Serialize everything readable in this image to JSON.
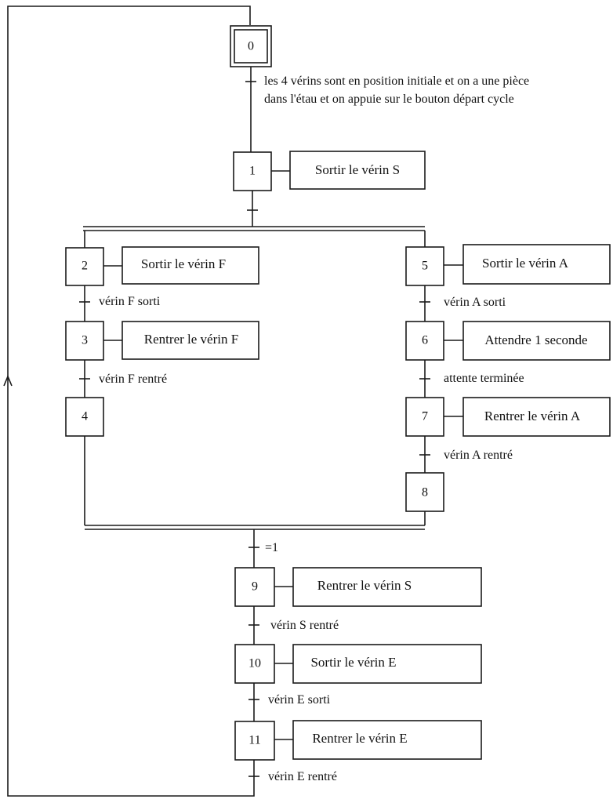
{
  "steps": {
    "s0": "0",
    "s1": "1",
    "s2": "2",
    "s3": "3",
    "s4": "4",
    "s5": "5",
    "s6": "6",
    "s7": "7",
    "s8": "8",
    "s9": "9",
    "s10": "10",
    "s11": "11"
  },
  "actions": {
    "a1": "Sortir le vérin S",
    "a2": "Sortir le vérin F",
    "a3": "Rentrer le vérin F",
    "a5": "Sortir le vérin A",
    "a6": "Attendre 1 seconde",
    "a7": "Rentrer le vérin A",
    "a9": "Rentrer le vérin S",
    "a10": "Sortir le vérin E",
    "a11": "Rentrer le vérin E"
  },
  "transitions": {
    "t0_line1": "les 4 vérins sont en position initiale et on a une pièce",
    "t0_line2": "dans l'étau et on appuie sur le bouton départ cycle",
    "t2": "vérin F sorti",
    "t3": "vérin F rentré",
    "t5": "vérin A sorti",
    "t6": "attente terminée",
    "t7": "vérin A rentré",
    "t_sync": "=1",
    "t9": "vérin S rentré",
    "t10": "vérin E sorti",
    "t11": "vérin E rentré"
  }
}
